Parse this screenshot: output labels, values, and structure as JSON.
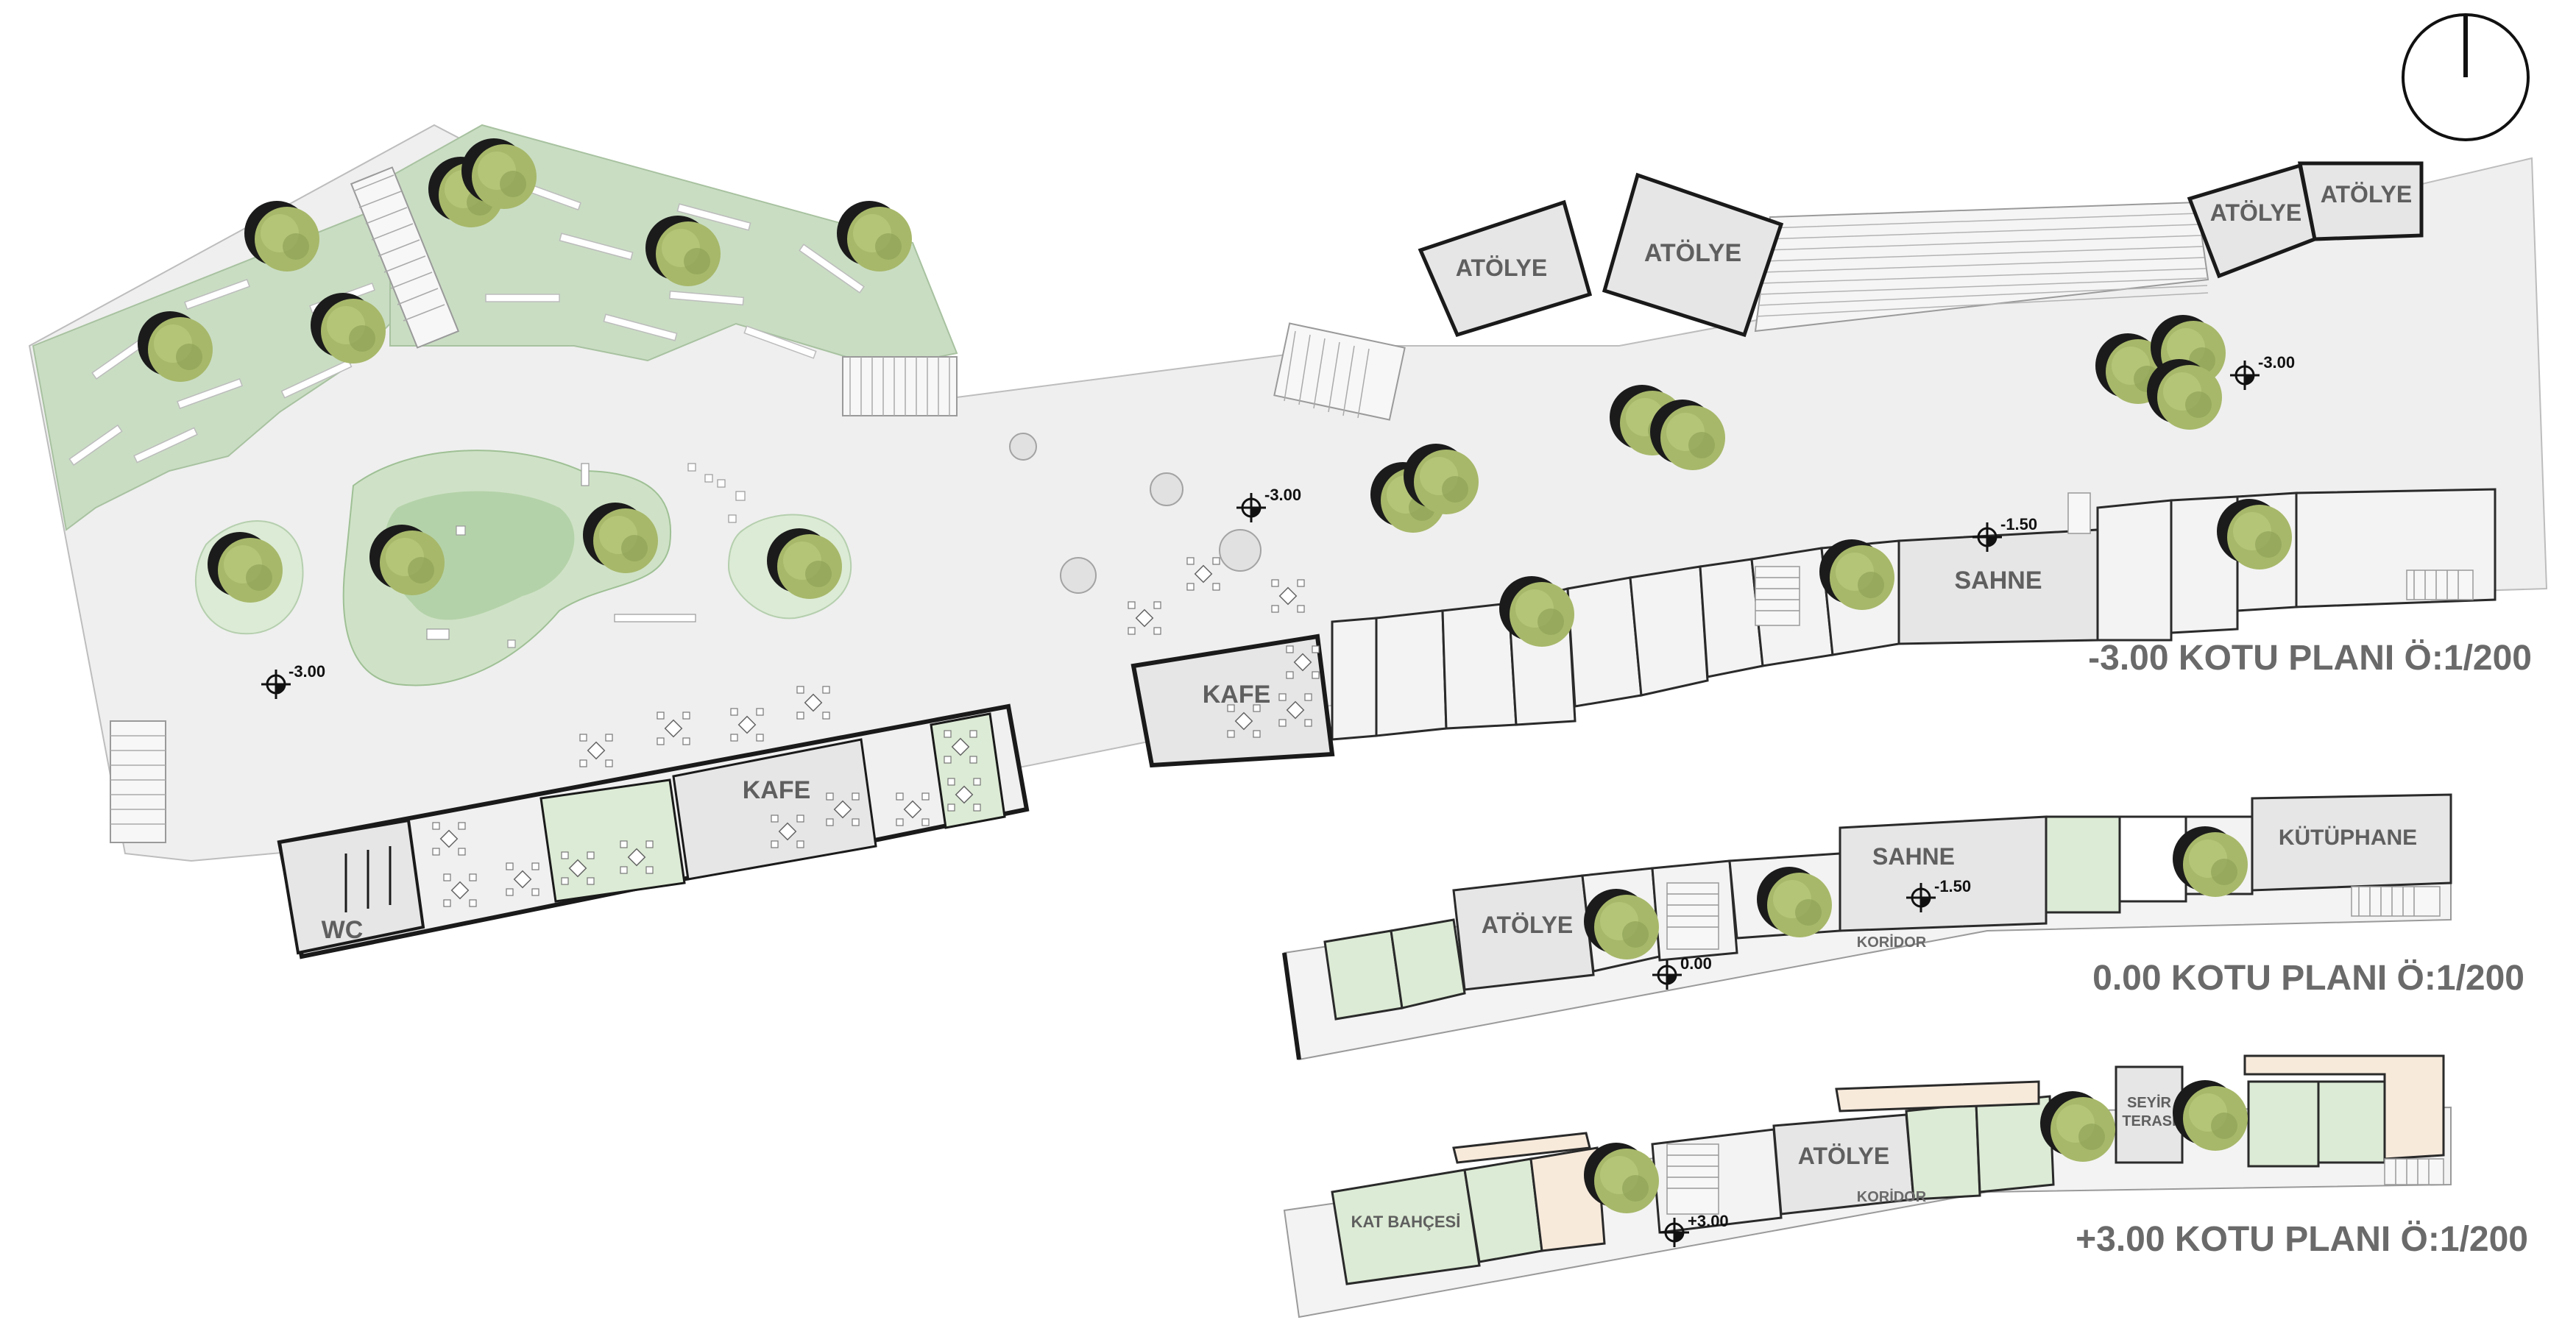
{
  "colors": {
    "floor": "#efefef",
    "green_park": "#c9ddc3",
    "green_room": "#dcebd5",
    "room_fill": "#e6e6e6",
    "wall": "#1a1a1a",
    "tree": "#a9b96a",
    "tree_shadow": "#1b1b1b",
    "terrace_orange": "#f8eadb",
    "title_text": "#6a6a6a"
  },
  "icons": [
    "north-arrow-icon",
    "tree-icon",
    "table-set-icon",
    "level-marker-icon"
  ],
  "plan_minus3": {
    "title": "-3.00 KOTU PLANI  Ö:1/200",
    "rooms": {
      "atolye": "ATÖLYE",
      "sahne": "SAHNE",
      "kafe": "KAFE",
      "wc": "WC"
    },
    "levels": {
      "l1": "-3.00",
      "l2": "-3.00",
      "l3": "-3.00",
      "l4": "-1.50"
    }
  },
  "plan_0": {
    "title": "0.00 KOTU PLANI  Ö:1/200",
    "rooms": {
      "atolye": "ATÖLYE",
      "sahne": "SAHNE",
      "kutuphane": "KÜTÜPHANE",
      "koridor": "KORİDOR"
    },
    "levels": {
      "l1": "-1.50",
      "l2": "0.00"
    }
  },
  "plan_plus3": {
    "title": "+3.00 KOTU PLANI  Ö:1/200",
    "rooms": {
      "atolye": "ATÖLYE",
      "kat_bahcesi": "KAT BAHÇESİ",
      "seyir_line1": "SEYİR",
      "seyir_line2": "TERASI",
      "koridor": "KORİDOR"
    },
    "levels": {
      "l1": "+3.00"
    }
  }
}
